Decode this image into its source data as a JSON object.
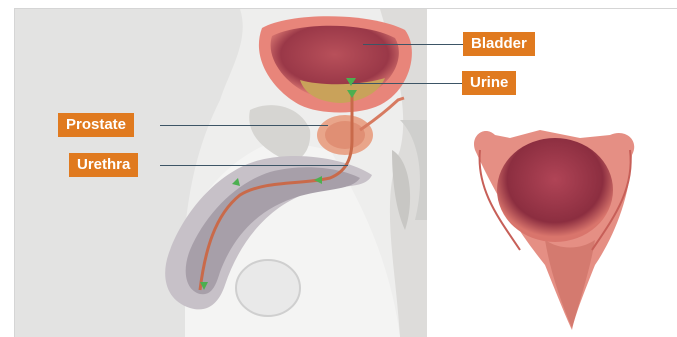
{
  "labels": {
    "bladder": "Bladder",
    "urine": "Urine",
    "prostate": "Prostate",
    "urethra": "Urethra"
  },
  "colors": {
    "label_background": "#e07a1f",
    "label_text": "#ffffff",
    "leader_line": "#3d5566",
    "bladder_tissue": "#e8857a",
    "urine": "#c9a25a",
    "flow_arrow": "#4caf50"
  },
  "icons": [
    "flow-arrow-icon"
  ]
}
